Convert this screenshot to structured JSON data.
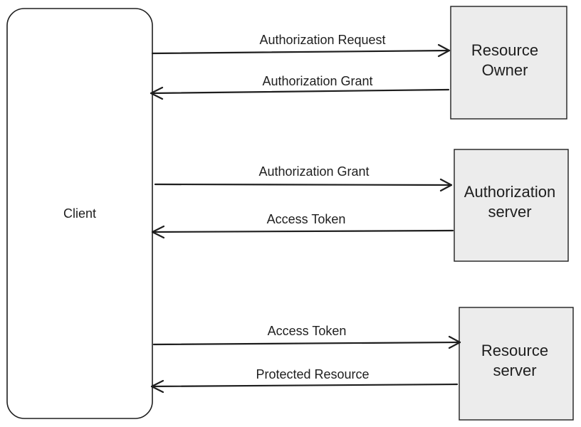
{
  "client": {
    "label": "Client"
  },
  "parties": {
    "resource_owner": {
      "line1": "Resource",
      "line2": "Owner"
    },
    "authorization_server": {
      "line1": "Authorization",
      "line2": "server"
    },
    "resource_server": {
      "line1": "Resource",
      "line2": "server"
    }
  },
  "flows": {
    "authorization_request": "Authorization Request",
    "authorization_grant_in": "Authorization Grant",
    "authorization_grant_out": "Authorization Grant",
    "access_token_in": "Access Token",
    "access_token_out": "Access Token",
    "protected_resource": "Protected Resource"
  },
  "colors": {
    "stroke": "#1e1e1e",
    "party_fill": "#ececec",
    "client_fill": "#ffffff"
  }
}
